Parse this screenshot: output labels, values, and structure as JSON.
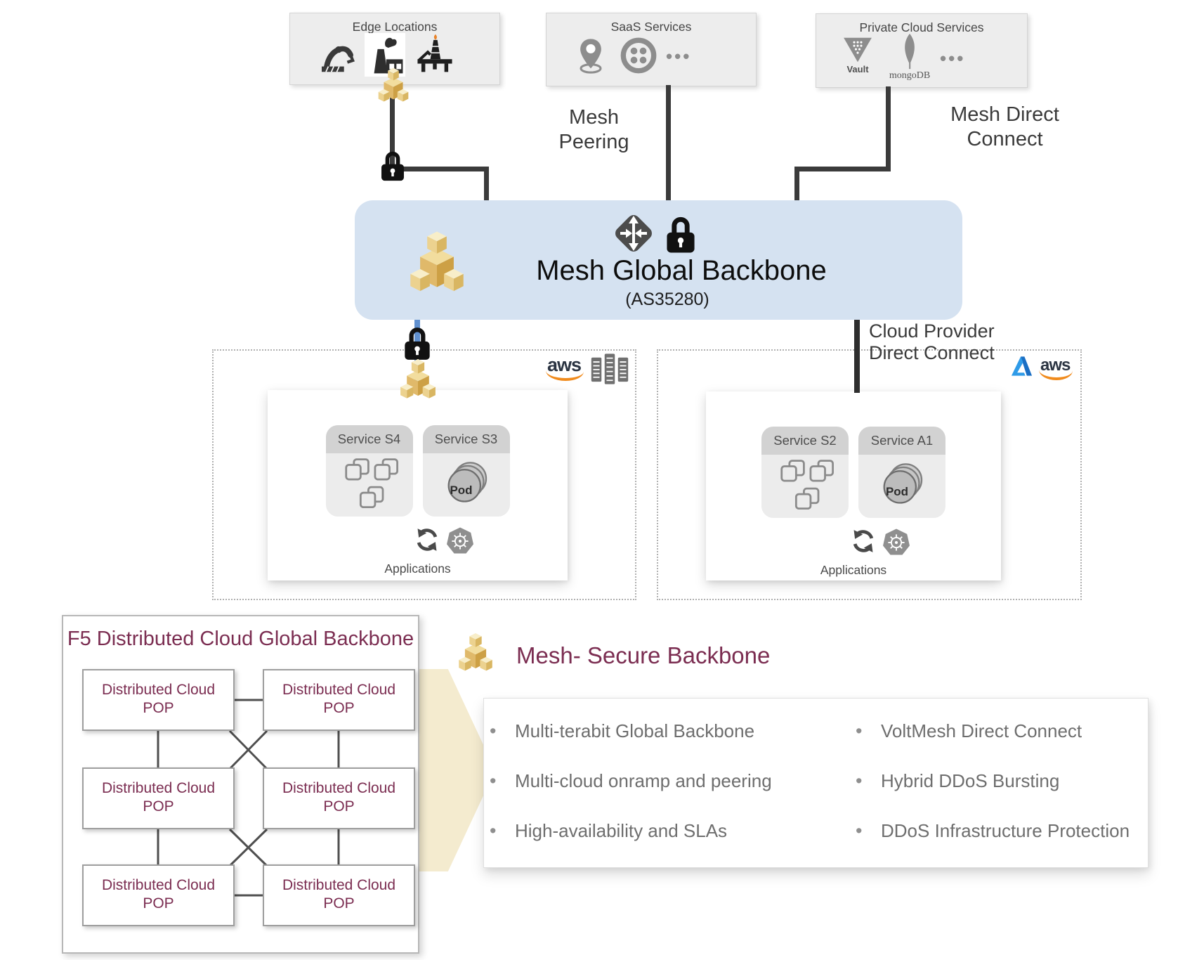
{
  "edge_box": {
    "title": "Edge Locations"
  },
  "saas_box": {
    "title": "SaaS Services",
    "more_icon": "•••"
  },
  "private_box": {
    "title": "Private Cloud Services",
    "vault_label": "Vault",
    "mongodb_label": "mongoDB",
    "more_icon": "•••"
  },
  "connection_labels": {
    "mesh_peering_line1": "Mesh",
    "mesh_peering_line2": "Peering",
    "mesh_direct_line1": "Mesh Direct",
    "mesh_direct_line2": "Connect",
    "cloud_provider_line1": "Cloud Provider",
    "cloud_provider_line2": "Direct Connect"
  },
  "backbone_box": {
    "title": "Mesh Global Backbone",
    "subtitle": "(AS35280)"
  },
  "logos": {
    "aws": "aws"
  },
  "pod_label": "Pod",
  "left_region": {
    "service1": "Service S4",
    "service2": "Service S3",
    "caption": "Applications"
  },
  "right_region": {
    "service1": "Service S2",
    "service2": "Service A1",
    "caption": "Applications"
  },
  "f5_box": {
    "title": "F5 Distributed Cloud Global Backbone",
    "pop_line1": "Distributed Cloud",
    "pop_line2": "POP"
  },
  "secure_backbone": {
    "title": "Mesh- Secure Backbone",
    "bullets_left": [
      "Multi-terabit Global Backbone",
      "Multi-cloud onramp and peering",
      "High-availability and SLAs"
    ],
    "bullets_right": [
      "VoltMesh Direct Connect",
      "Hybrid DDoS Bursting",
      "DDoS Infrastructure Protection"
    ]
  },
  "colors": {
    "maroon": "#7b2d51",
    "backbone_blue": "#d5e2f1",
    "line_dark": "#3b3b3b",
    "link_blue": "#6090cf",
    "cube_gold": "#e0b96a"
  }
}
